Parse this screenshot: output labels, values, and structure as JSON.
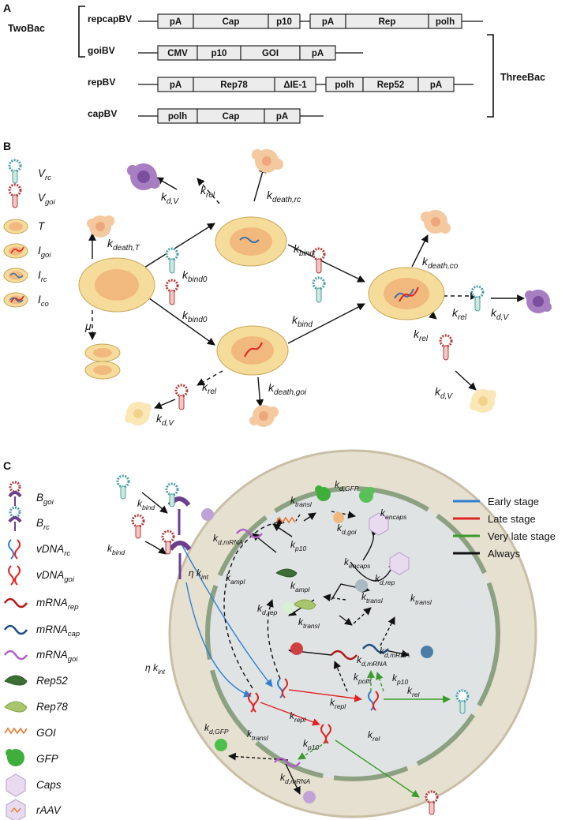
{
  "panels": {
    "A": "A",
    "B": "B",
    "C": "C"
  },
  "panel_a": {
    "group_left": "TwoBac",
    "group_right": "ThreeBac",
    "constructs": [
      {
        "name": "repcapBV",
        "segments": [
          "pA",
          "Cap",
          "p10",
          "pA",
          "Rep",
          "polh"
        ]
      },
      {
        "name": "goiBV",
        "segments": [
          "CMV",
          "p10",
          "GOI",
          "pA"
        ]
      },
      {
        "name": "repBV",
        "segments": [
          "pA",
          "Rep78",
          "ΔIE-1",
          "polh",
          "Rep52",
          "pA"
        ]
      },
      {
        "name": "capBV",
        "segments": [
          "polh",
          "Cap",
          "pA"
        ]
      }
    ]
  },
  "panel_b": {
    "legend": [
      {
        "main": "V",
        "sub": "rc",
        "icon": "virus-rc-icon"
      },
      {
        "main": "V",
        "sub": "goi",
        "icon": "virus-goi-icon"
      },
      {
        "main": "T",
        "sub": "",
        "icon": "cell-icon"
      },
      {
        "main": "I",
        "sub": "goi",
        "icon": "cell-goi-icon"
      },
      {
        "main": "I",
        "sub": "rc",
        "icon": "cell-rc-icon"
      },
      {
        "main": "I",
        "sub": "co",
        "icon": "cell-co-icon"
      }
    ],
    "rates": {
      "death_t": {
        "main": "k",
        "sub": "death,T"
      },
      "mu": {
        "main": "μ",
        "sub": ""
      },
      "bind0_top": {
        "main": "k",
        "sub": "bind0"
      },
      "bind0_bottom": {
        "main": "k",
        "sub": "bind0"
      },
      "rel_rc": {
        "main": "k",
        "sub": "rel"
      },
      "dv_top": {
        "main": "k",
        "sub": "d,V"
      },
      "death_rc": {
        "main": "k",
        "sub": "death,rc"
      },
      "bind_top": {
        "main": "k",
        "sub": "bind"
      },
      "bind_bottom": {
        "main": "k",
        "sub": "bind"
      },
      "rel_goi": {
        "main": "k",
        "sub": "rel"
      },
      "dv_bottom": {
        "main": "k",
        "sub": "d,V"
      },
      "death_goi": {
        "main": "k",
        "sub": "death,goi"
      },
      "death_co": {
        "main": "k",
        "sub": "death,co"
      },
      "rel_co_rc": {
        "main": "k",
        "sub": "rel"
      },
      "dv_co_rc": {
        "main": "k",
        "sub": "d,V"
      },
      "rel_co_goi": {
        "main": "k",
        "sub": "rel"
      },
      "dv_co_goi": {
        "main": "k",
        "sub": "d,V"
      }
    }
  },
  "panel_c": {
    "legend": [
      {
        "main": "B",
        "sub": "goi",
        "icon": "bound-goi-icon"
      },
      {
        "main": "B",
        "sub": "rc",
        "icon": "bound-rc-icon"
      },
      {
        "main": "vDNA",
        "sub": "rc",
        "icon": "vdna-rc-icon"
      },
      {
        "main": "vDNA",
        "sub": "goi",
        "icon": "vdna-goi-icon"
      },
      {
        "main": "mRNA",
        "sub": "rep",
        "icon": "mrna-rep-icon"
      },
      {
        "main": "mRNA",
        "sub": "cap",
        "icon": "mrna-cap-icon"
      },
      {
        "main": "mRNA",
        "sub": "goi",
        "icon": "mrna-goi-icon"
      },
      {
        "main": "Rep52",
        "sub": "",
        "icon": "rep52-icon"
      },
      {
        "main": "Rep78",
        "sub": "",
        "icon": "rep78-icon"
      },
      {
        "main": "GOI",
        "sub": "",
        "icon": "goi-icon"
      },
      {
        "main": "GFP",
        "sub": "",
        "icon": "gfp-icon"
      },
      {
        "main": "Caps",
        "sub": "",
        "icon": "caps-icon"
      },
      {
        "main": "rAAV",
        "sub": "",
        "icon": "raav-icon"
      }
    ],
    "stages": [
      {
        "label": "Early stage",
        "color": "#2f7fd1"
      },
      {
        "label": "Late stage",
        "color": "#e02424"
      },
      {
        "label": "Very late stage",
        "color": "#3a9a2a"
      },
      {
        "label": "Always",
        "color": "#111111"
      }
    ],
    "rates": {
      "bind_top": {
        "main": "k",
        "sub": "bind"
      },
      "bind_bottom": {
        "main": "k",
        "sub": "bind"
      },
      "int_top": {
        "main": "η k",
        "sub": "int"
      },
      "int_bottom": {
        "main": "η k",
        "sub": "int"
      },
      "transl_gfp": {
        "main": "k",
        "sub": "transl"
      },
      "d_gfp_top": {
        "main": "k",
        "sub": "d,GFP"
      },
      "d_goi": {
        "main": "k",
        "sub": "d,goi"
      },
      "encaps_top": {
        "main": "k",
        "sub": "encaps"
      },
      "d_mrna_top": {
        "main": "k",
        "sub": "d,mRNA"
      },
      "p10_top": {
        "main": "k",
        "sub": "p10"
      },
      "encaps_mid": {
        "main": "k",
        "sub": "encaps"
      },
      "ampl_left": {
        "main": "k",
        "sub": "ampl"
      },
      "ampl_mid": {
        "main": "k",
        "sub": "ampl"
      },
      "d_rep_right": {
        "main": "k",
        "sub": "d,rep"
      },
      "d_rep_left": {
        "main": "k",
        "sub": "d,rep"
      },
      "transl_rep": {
        "main": "k",
        "sub": "transl"
      },
      "transl_cap": {
        "main": "k",
        "sub": "transl"
      },
      "transl_mid": {
        "main": "k",
        "sub": "transl"
      },
      "d_mrna_cap": {
        "main": "k",
        "sub": "d,mRNA"
      },
      "d_mrna_rep": {
        "main": "k",
        "sub": "d,mRNA"
      },
      "polh": {
        "main": "k",
        "sub": "polh"
      },
      "p10_mid": {
        "main": "k",
        "sub": "p10"
      },
      "repl_mid": {
        "main": "k",
        "sub": "repl"
      },
      "rel_right": {
        "main": "k",
        "sub": "rel"
      },
      "repl_bottom": {
        "main": "k",
        "sub": "repl"
      },
      "rel_bottom": {
        "main": "k",
        "sub": "rel"
      },
      "d_gfp_bottom": {
        "main": "k",
        "sub": "d,GFP"
      },
      "transl_bottom": {
        "main": "k",
        "sub": "transl"
      },
      "p10_bottom": {
        "main": "k",
        "sub": "p10"
      },
      "d_mrna_bottom": {
        "main": "k",
        "sub": "d,mRNA"
      }
    }
  }
}
